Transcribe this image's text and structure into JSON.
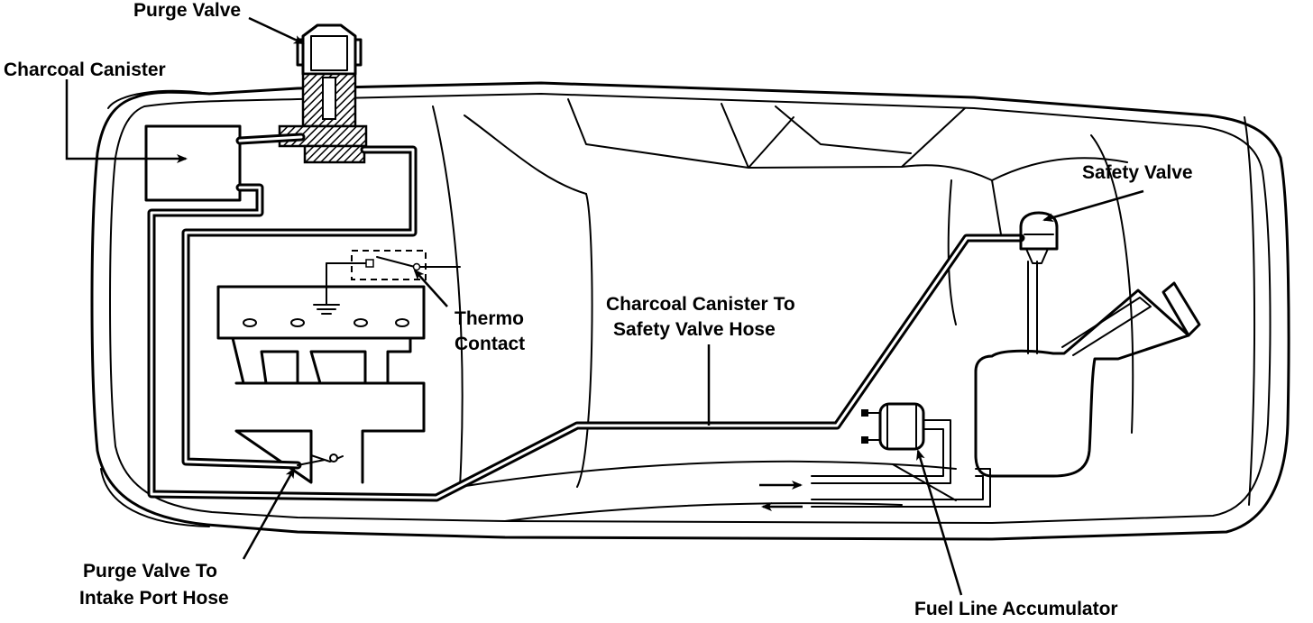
{
  "diagram": {
    "labels": {
      "purge_valve": "Purge Valve",
      "charcoal_canister": "Charcoal Canister",
      "safety_valve": "Safety Valve",
      "thermo_contact_line1": "Thermo",
      "thermo_contact_line2": "Contact",
      "canister_hose_line1": "Charcoal Canister To",
      "canister_hose_line2": "Safety Valve Hose",
      "purge_hose_line1": "Purge Valve To",
      "purge_hose_line2": "Intake Port Hose",
      "fuel_line_accumulator": "Fuel Line Accumulator"
    },
    "colors": {
      "ink": "#000000",
      "paper": "#ffffff"
    }
  }
}
